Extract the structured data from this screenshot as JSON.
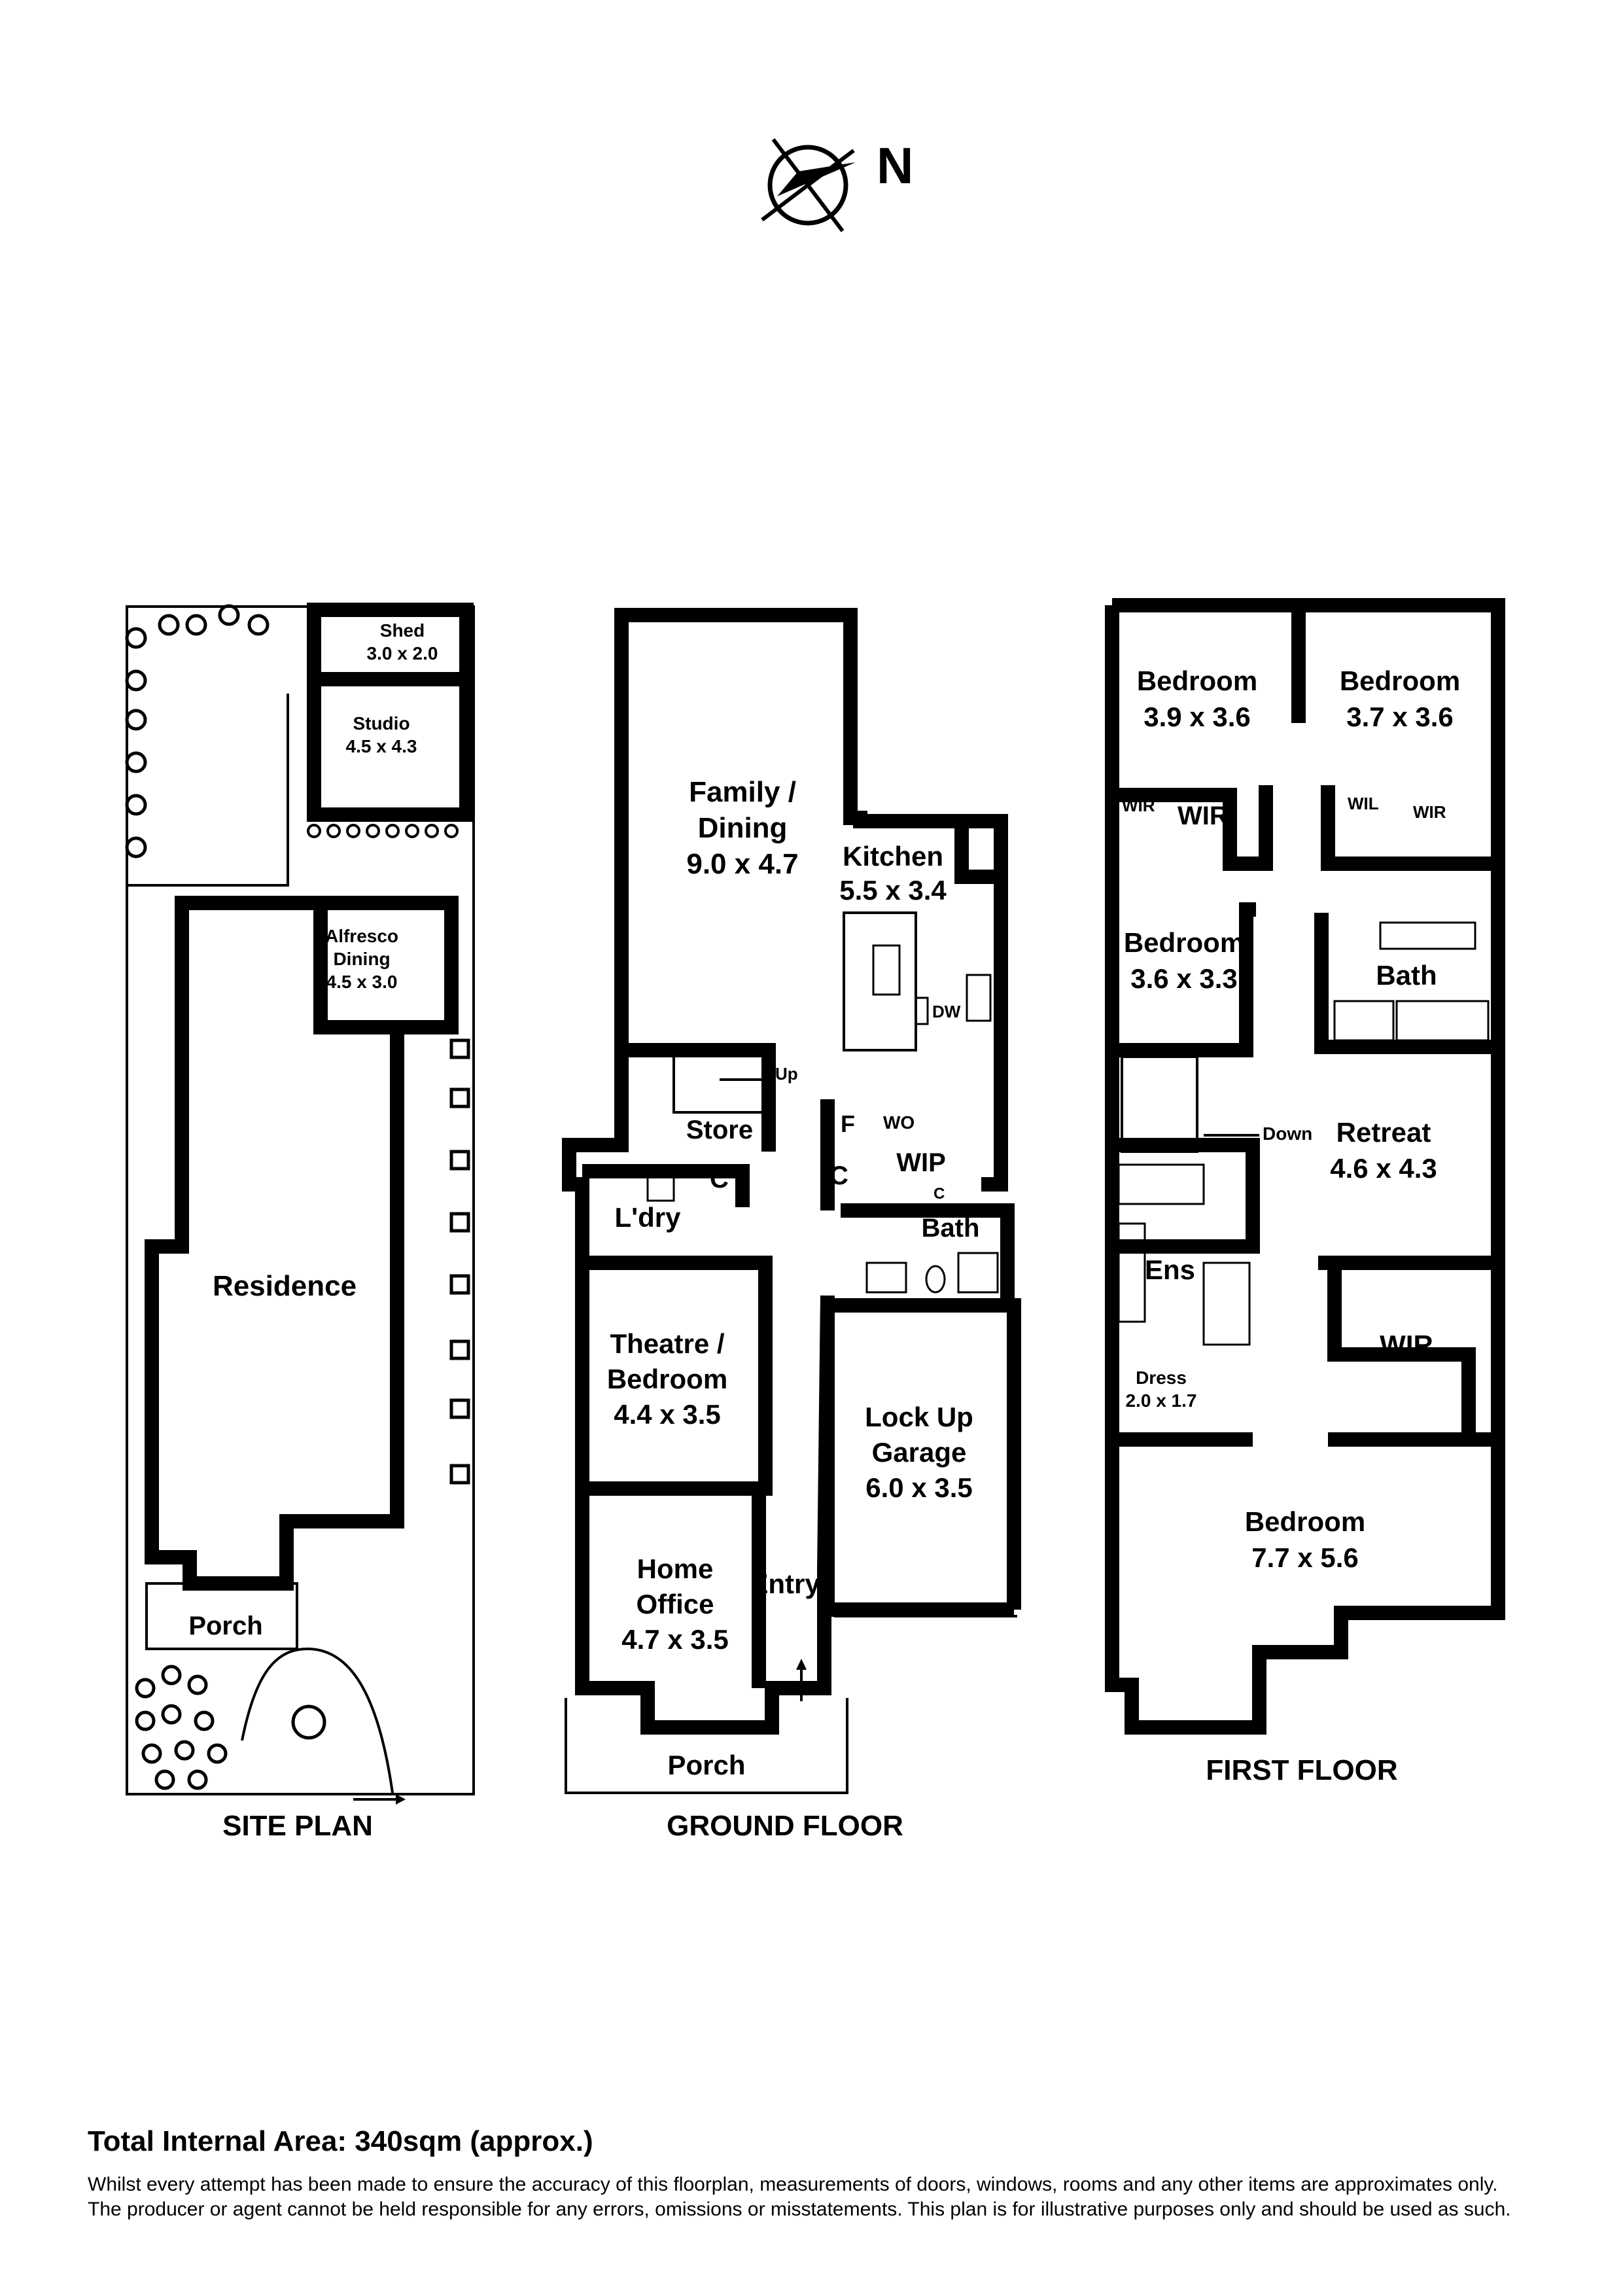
{
  "compass": {
    "label": "N"
  },
  "site_plan": {
    "title": "SITE PLAN",
    "rooms": [
      {
        "name": "Shed",
        "dims": "3.0 x 2.0"
      },
      {
        "name": "Studio",
        "dims": "4.5 x 4.3"
      },
      {
        "name": "Alfresco Dining",
        "dims": "4.5 x 3.0"
      },
      {
        "name": "Residence"
      },
      {
        "name": "Porch"
      }
    ]
  },
  "ground_floor": {
    "title": "GROUND FLOOR",
    "rooms": [
      {
        "name": "Family / Dining",
        "dims": "9.0 x 4.7"
      },
      {
        "name": "Kitchen",
        "dims": "5.5 x 3.4"
      },
      {
        "name": "Store"
      },
      {
        "name": "L'dry"
      },
      {
        "name": "Theatre / Bedroom",
        "dims": "4.4 x 3.5"
      },
      {
        "name": "Home Office",
        "dims": "4.7 x 3.5"
      },
      {
        "name": "Entry"
      },
      {
        "name": "Lock Up Garage",
        "dims": "6.0 x 3.5"
      },
      {
        "name": "Bath"
      },
      {
        "name": "WIP"
      },
      {
        "name": "Porch"
      }
    ],
    "labels": {
      "up": "Up",
      "dw": "DW",
      "f": "F",
      "wo": "WO",
      "c": "C"
    }
  },
  "first_floor": {
    "title": "FIRST FLOOR",
    "rooms": [
      {
        "name": "Bedroom",
        "dims": "3.9 x 3.6"
      },
      {
        "name": "Bedroom",
        "dims": "3.7 x 3.6"
      },
      {
        "name": "Bedroom",
        "dims": "3.6 x 3.3"
      },
      {
        "name": "Bath"
      },
      {
        "name": "Retreat",
        "dims": "4.6 x 4.3"
      },
      {
        "name": "Ens"
      },
      {
        "name": "WIR"
      },
      {
        "name": "Dress",
        "dims": "2.0 x 1.7"
      },
      {
        "name": "Bedroom",
        "dims": "7.7 x 5.6"
      }
    ],
    "labels": {
      "wir": "WIR",
      "wil": "WIL",
      "down": "Down"
    }
  },
  "footer": {
    "area": "Total Internal Area: 340sqm (approx.)",
    "disclaimer_1": "Whilst every attempt has been made to ensure the accuracy of this floorplan, measurements of doors, windows, rooms and any other items are approximates only.",
    "disclaimer_2": "The producer or agent cannot be held responsible for any errors, omissions or misstatements. This plan is for illustrative purposes only and should be used as such."
  }
}
